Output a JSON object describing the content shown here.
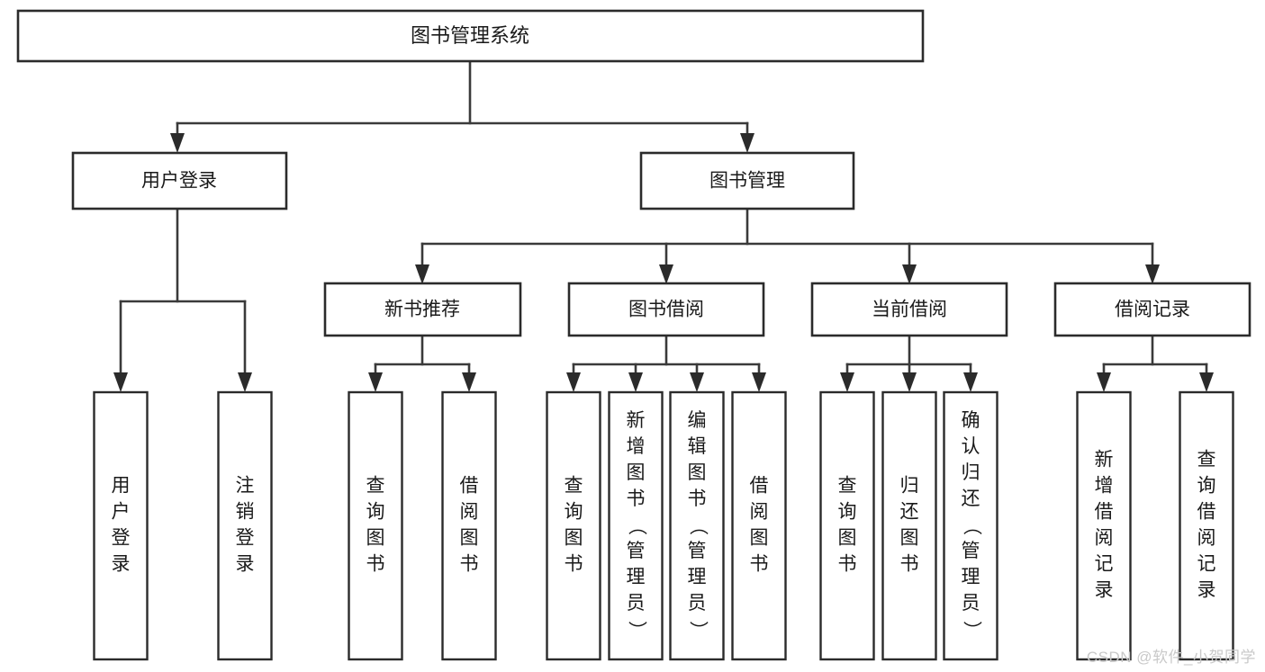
{
  "diagram": {
    "type": "tree-hierarchy",
    "title": "图书管理系统",
    "colors": {
      "background": "#ffffff",
      "box_stroke": "#2b2b2b",
      "connector": "#3a3a3a",
      "text": "#1a1a1a",
      "watermark": "#c9c9c9"
    },
    "root": {
      "label": "图书管理系统"
    },
    "level1": [
      {
        "label": "用户登录"
      },
      {
        "label": "图书管理"
      }
    ],
    "level2": [
      {
        "label": "新书推荐"
      },
      {
        "label": "图书借阅"
      },
      {
        "label": "当前借阅"
      },
      {
        "label": "借阅记录"
      }
    ],
    "leaves": {
      "user_login": [
        {
          "label": "用户登录"
        },
        {
          "label": "注销登录"
        }
      ],
      "new_book_recommend": [
        {
          "label": "查询图书"
        },
        {
          "label": "借阅图书"
        }
      ],
      "book_borrow": [
        {
          "label": "查询图书"
        },
        {
          "label": "新增图书（管理员）"
        },
        {
          "label": "编辑图书（管理员）"
        },
        {
          "label": "借阅图书"
        }
      ],
      "current_borrow": [
        {
          "label": "查询图书"
        },
        {
          "label": "归还图书"
        },
        {
          "label": "确认归还（管理员）"
        }
      ],
      "borrow_record": [
        {
          "label": "新增借阅记录"
        },
        {
          "label": "查询借阅记录"
        }
      ]
    }
  },
  "watermark": {
    "text": "CSDN @软件_小贺同学"
  }
}
